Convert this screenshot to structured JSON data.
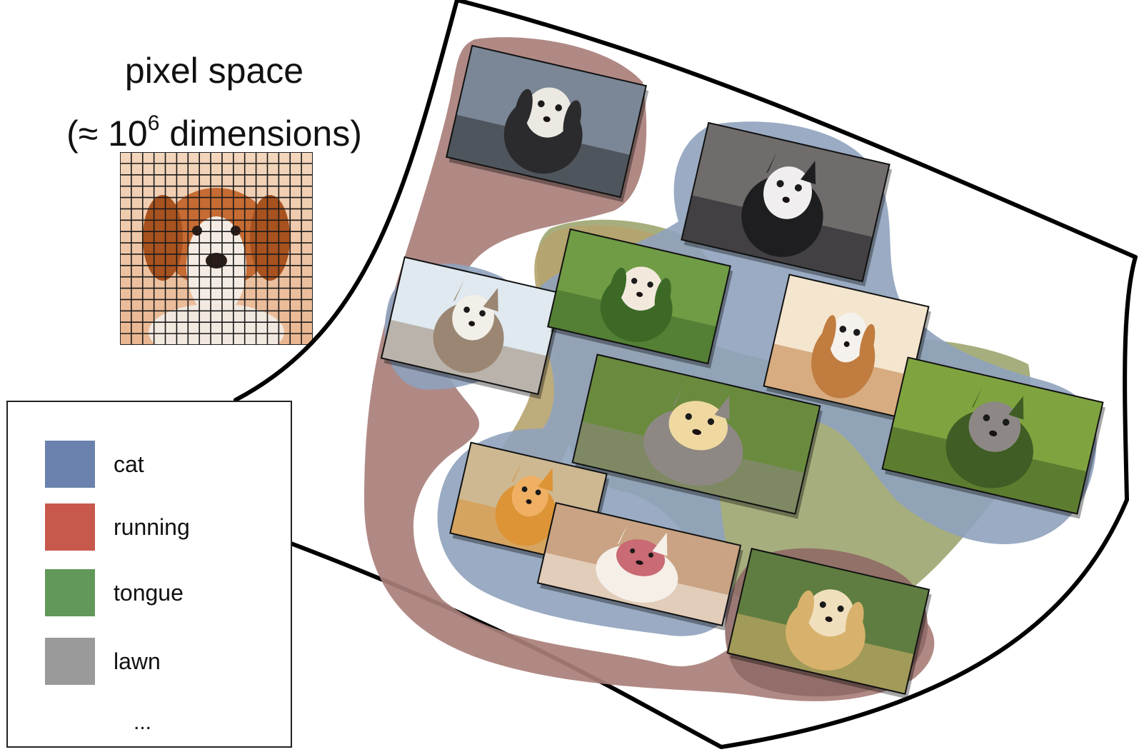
{
  "title": {
    "line1": "pixel space",
    "line2_prefix": "(≈ 10",
    "line2_exponent": "6",
    "line2_suffix": " dimensions)"
  },
  "legend": {
    "items": [
      {
        "label": "cat",
        "color": "#6a82ad"
      },
      {
        "label": "running",
        "color": "#c8584c"
      },
      {
        "label": "tongue",
        "color": "#62985a"
      },
      {
        "label": "lawn",
        "color": "#9a9a9a"
      }
    ],
    "more": "..."
  },
  "region_colors": {
    "running": "#a97f7b",
    "cat": "#8fa2bd",
    "tongue": "#a0a773",
    "lawn": "#b6a36e"
  },
  "photos": [
    {
      "name": "dog-border-collie-photo",
      "subject": "dog",
      "tones": [
        "#7b8796",
        "#2b2b2e",
        "#ece9e3"
      ]
    },
    {
      "name": "cat-black-white-photo",
      "subject": "cat",
      "tones": [
        "#6f6c6b",
        "#1e1e20",
        "#f0eeee"
      ]
    },
    {
      "name": "cat-tabby-tongue-photo",
      "subject": "cat",
      "tones": [
        "#dfe9ef",
        "#9a8672",
        "#f2efe8"
      ]
    },
    {
      "name": "dog-running-lawn-photo",
      "subject": "dog",
      "tones": [
        "#6f9c45",
        "#3c6a26",
        "#f2e9dc"
      ]
    },
    {
      "name": "dog-beagle-photo",
      "subject": "dog",
      "tones": [
        "#f4e5cf",
        "#c07d3f",
        "#f5f1ec"
      ]
    },
    {
      "name": "kitten-puppy-flowers-photo",
      "subject": "cat",
      "tones": [
        "#6a8b3e",
        "#8e8884",
        "#efd9a1"
      ]
    },
    {
      "name": "kitten-grass-photo",
      "subject": "cat",
      "tones": [
        "#7fa43f",
        "#3f5d24",
        "#8d8885"
      ]
    },
    {
      "name": "cat-orange-running-photo",
      "subject": "cat",
      "tones": [
        "#cdb892",
        "#dc9436",
        "#efb064"
      ]
    },
    {
      "name": "kitten-hat-photo",
      "subject": "cat",
      "tones": [
        "#c9a383",
        "#f5efe8",
        "#c96a74"
      ]
    },
    {
      "name": "dog-golden-retriever-photo",
      "subject": "dog",
      "tones": [
        "#5f7d40",
        "#d8b26c",
        "#f0dfbd"
      ]
    }
  ],
  "pixel_thumb": {
    "name": "puppy-pixel-grid",
    "tones": [
      "#f2c8a2",
      "#c26a34",
      "#f6efe6"
    ],
    "grid": 17
  }
}
